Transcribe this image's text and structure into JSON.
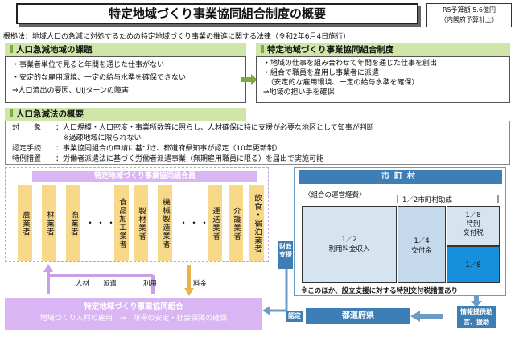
{
  "title": "特定地域づくり事業協同組合制度の概要",
  "budget": {
    "line1": "R5予算額 5.6億円",
    "line2": "（内閣府予算計上）"
  },
  "law": "根拠法：地域人口の急減に対処するための特定地域づくり事業の推進に関する法律（令和2年6月4日施行）",
  "issues": {
    "header": "人口急減地域の課題",
    "items": [
      "・事業者単位で見ると年間を通じた仕事がない",
      "・安定的な雇用環境、一定の給与水準を確保できない",
      "⇒人口流出の要因、UIJターンの障害"
    ]
  },
  "system": {
    "header": "特定地域づくり事業協同組合制度",
    "items": [
      "・地域の仕事を組み合わせて年間を通じた仕事を創出",
      "・組合で職員を雇用し事業者に派遣",
      "　（安定的な雇用環境、一定の給与水準を確保）",
      "⇒地域の担い手を確保"
    ]
  },
  "summary": {
    "header": "人口急減法の概要",
    "rows": [
      {
        "k": "対　　象",
        "v": "：人口規模・人口密度・事業所数等に照らし、人材確保に特に支援が必要な地区として知事が判断"
      },
      {
        "k": "",
        "v": "　※過疎地域に限られない"
      },
      {
        "k": "認定手続",
        "v": "：事業協同組合の申請に基づき、都道府県知事が認定（10年更新制）"
      },
      {
        "k": "特例措置",
        "v": "：労働者派遣法に基づく労働者派遣事業（無期雇用職員に限る）を届出で実施可能"
      }
    ]
  },
  "union": {
    "header": "特定地域づくり事業協同組合員",
    "members": [
      "農業者",
      "林業者",
      "漁業者",
      "食品加工業者",
      "製材業者",
      "機械製造業者",
      "運送業者",
      "介護業者",
      "飲食・宿泊業者"
    ],
    "dots": "・・・",
    "label_jinzai": "人材",
    "label_haken": "派遣",
    "label_riyou": "利用",
    "label_ryoukin": "料金"
  },
  "cooperative": {
    "title": "特定地域づくり事業協同組合",
    "desc": "地域づくり人材の雇用　→　所得の安定・社会保障の確保"
  },
  "municipality": {
    "header": "市町村",
    "cost_label": "〈組合の運営経費〉",
    "subsidy_label": "1／2市町村助成",
    "fee_share": "1／2",
    "fee_label": "利用料金収入",
    "grant_share": "1／4",
    "grant_label": "交付金",
    "special_share": "1／8",
    "special_label": "特別",
    "special_label2": "交付税",
    "national_share": "1／8",
    "note": "※このほか、設立支援に対する特別交付税措置あり"
  },
  "side_labels": {
    "finance": "財政支援",
    "ninteii": "認定",
    "prefecture": "都道府県",
    "info": "情報提供助言、援助"
  }
}
